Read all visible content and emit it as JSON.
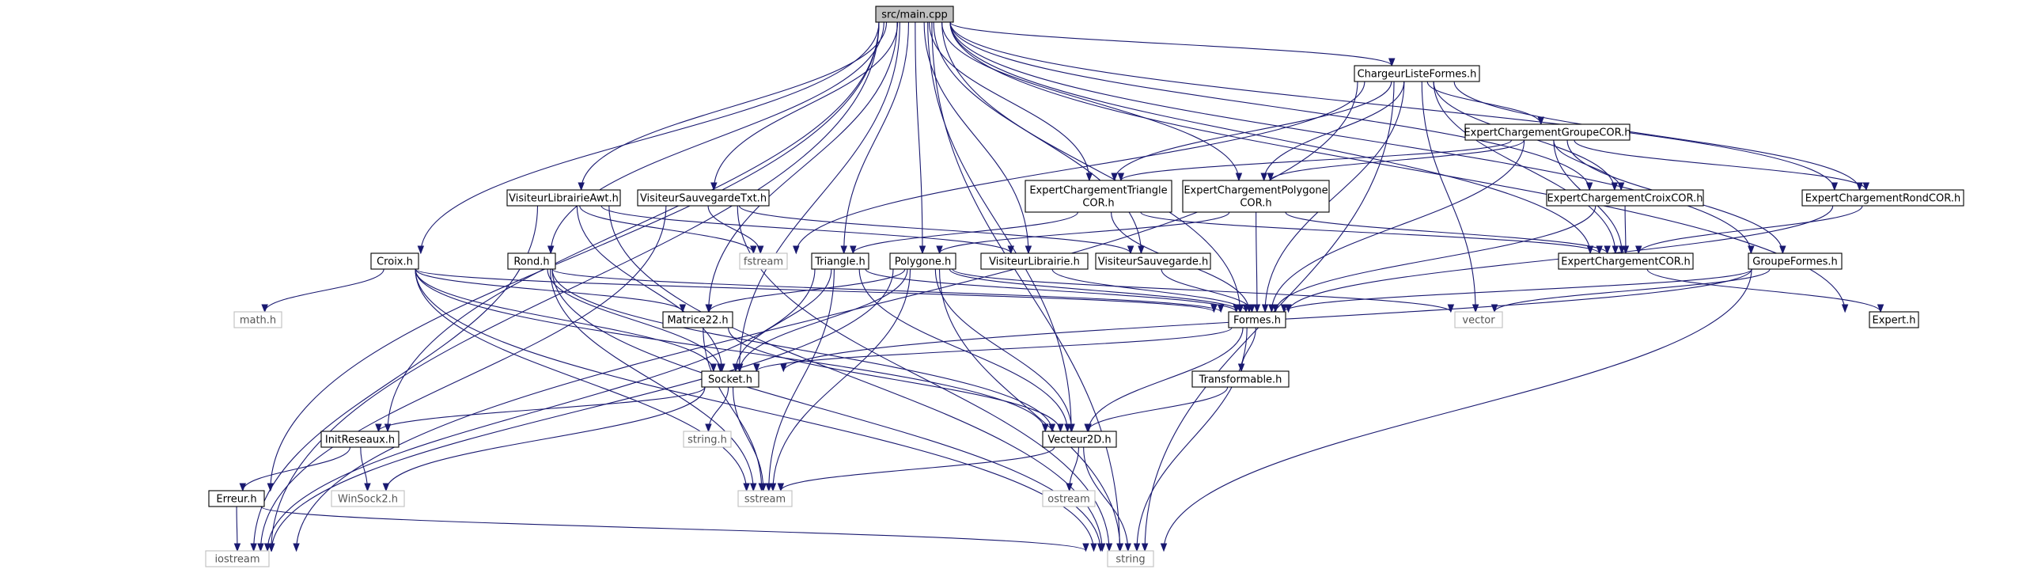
{
  "graph": {
    "nodes": [
      {
        "id": "main",
        "label": "src/main.cpp",
        "kind": "root"
      },
      {
        "id": "ChargeurListeFormes",
        "label": "ChargeurListeFormes.h",
        "kind": "header"
      },
      {
        "id": "ExpertChargementGroupeCOR",
        "label": "ExpertChargementGroupeCOR.h",
        "kind": "header"
      },
      {
        "id": "VisiteurLibrairieAwt",
        "label": "VisiteurLibrairieAwt.h",
        "kind": "header"
      },
      {
        "id": "VisiteurSauvegardeTxt",
        "label": "VisiteurSauvegardeTxt.h",
        "kind": "header"
      },
      {
        "id": "ExpertChargementTriangleCOR",
        "label": "ExpertChargementTriangle\nCOR.h",
        "kind": "header"
      },
      {
        "id": "ExpertChargementPolygoneCOR",
        "label": "ExpertChargementPolygone\nCOR.h",
        "kind": "header"
      },
      {
        "id": "ExpertChargementCroixCOR",
        "label": "ExpertChargementCroixCOR.h",
        "kind": "header"
      },
      {
        "id": "ExpertChargementRondCOR",
        "label": "ExpertChargementRondCOR.h",
        "kind": "header"
      },
      {
        "id": "Croix",
        "label": "Croix.h",
        "kind": "header"
      },
      {
        "id": "Rond",
        "label": "Rond.h",
        "kind": "header"
      },
      {
        "id": "fstream",
        "label": "fstream",
        "kind": "system"
      },
      {
        "id": "Triangle",
        "label": "Triangle.h",
        "kind": "header"
      },
      {
        "id": "Polygone",
        "label": "Polygone.h",
        "kind": "header"
      },
      {
        "id": "VisiteurLibrairie",
        "label": "VisiteurLibrairie.h",
        "kind": "header"
      },
      {
        "id": "VisiteurSauvegarde",
        "label": "VisiteurSauvegarde.h",
        "kind": "header"
      },
      {
        "id": "ExpertChargementCOR",
        "label": "ExpertChargementCOR.h",
        "kind": "header"
      },
      {
        "id": "GroupeFormes",
        "label": "GroupeFormes.h",
        "kind": "header"
      },
      {
        "id": "math",
        "label": "math.h",
        "kind": "system"
      },
      {
        "id": "Matrice22",
        "label": "Matrice22.h",
        "kind": "header"
      },
      {
        "id": "Formes",
        "label": "Formes.h",
        "kind": "header"
      },
      {
        "id": "vector",
        "label": "vector",
        "kind": "system"
      },
      {
        "id": "Expert",
        "label": "Expert.h",
        "kind": "header"
      },
      {
        "id": "Transformable",
        "label": "Transformable.h",
        "kind": "header"
      },
      {
        "id": "Socket",
        "label": "Socket.h",
        "kind": "header"
      },
      {
        "id": "InitReseaux",
        "label": "InitReseaux.h",
        "kind": "header"
      },
      {
        "id": "Vecteur2D",
        "label": "Vecteur2D.h",
        "kind": "header"
      },
      {
        "id": "stringh",
        "label": "string.h",
        "kind": "system"
      },
      {
        "id": "Erreur",
        "label": "Erreur.h",
        "kind": "header"
      },
      {
        "id": "WinSock2",
        "label": "WinSock2.h",
        "kind": "system"
      },
      {
        "id": "sstream",
        "label": "sstream",
        "kind": "system"
      },
      {
        "id": "ostream",
        "label": "ostream",
        "kind": "system"
      },
      {
        "id": "iostream",
        "label": "iostream",
        "kind": "system"
      },
      {
        "id": "string",
        "label": "string",
        "kind": "system"
      }
    ],
    "edges": [
      [
        "main",
        "ChargeurListeFormes"
      ],
      [
        "main",
        "VisiteurLibrairieAwt"
      ],
      [
        "main",
        "VisiteurSauvegardeTxt"
      ],
      [
        "main",
        "ExpertChargementTriangleCOR"
      ],
      [
        "main",
        "ExpertChargementPolygoneCOR"
      ],
      [
        "main",
        "ExpertChargementCroixCOR"
      ],
      [
        "main",
        "ExpertChargementRondCOR"
      ],
      [
        "main",
        "Croix"
      ],
      [
        "main",
        "Rond"
      ],
      [
        "main",
        "Triangle"
      ],
      [
        "main",
        "Polygone"
      ],
      [
        "main",
        "VisiteurLibrairie"
      ],
      [
        "main",
        "VisiteurSauvegarde"
      ],
      [
        "main",
        "ExpertChargementCOR"
      ],
      [
        "main",
        "GroupeFormes"
      ],
      [
        "main",
        "Matrice22"
      ],
      [
        "main",
        "Formes"
      ],
      [
        "main",
        "Expert"
      ],
      [
        "main",
        "Socket"
      ],
      [
        "main",
        "InitReseaux"
      ],
      [
        "main",
        "Vecteur2D"
      ],
      [
        "main",
        "Erreur"
      ],
      [
        "main",
        "iostream"
      ],
      [
        "main",
        "string"
      ],
      [
        "ChargeurListeFormes",
        "ExpertChargementGroupeCOR"
      ],
      [
        "ChargeurListeFormes",
        "ExpertChargementTriangleCOR"
      ],
      [
        "ChargeurListeFormes",
        "ExpertChargementPolygoneCOR"
      ],
      [
        "ChargeurListeFormes",
        "ExpertChargementCroixCOR"
      ],
      [
        "ChargeurListeFormes",
        "ExpertChargementRondCOR"
      ],
      [
        "ChargeurListeFormes",
        "ExpertChargementCOR"
      ],
      [
        "ChargeurListeFormes",
        "fstream"
      ],
      [
        "ChargeurListeFormes",
        "Formes"
      ],
      [
        "ChargeurListeFormes",
        "vector"
      ],
      [
        "ChargeurListeFormes",
        "iostream"
      ],
      [
        "ChargeurListeFormes",
        "string"
      ],
      [
        "ExpertChargementGroupeCOR",
        "ExpertChargementTriangleCOR"
      ],
      [
        "ExpertChargementGroupeCOR",
        "ExpertChargementPolygoneCOR"
      ],
      [
        "ExpertChargementGroupeCOR",
        "ExpertChargementCroixCOR"
      ],
      [
        "ExpertChargementGroupeCOR",
        "ExpertChargementRondCOR"
      ],
      [
        "ExpertChargementGroupeCOR",
        "ExpertChargementCOR"
      ],
      [
        "ExpertChargementGroupeCOR",
        "GroupeFormes"
      ],
      [
        "ExpertChargementGroupeCOR",
        "Formes"
      ],
      [
        "VisiteurLibrairieAwt",
        "VisiteurLibrairie"
      ],
      [
        "VisiteurLibrairieAwt",
        "Socket"
      ],
      [
        "VisiteurLibrairieAwt",
        "fstream"
      ],
      [
        "VisiteurLibrairieAwt",
        "iostream"
      ],
      [
        "VisiteurLibrairieAwt",
        "string"
      ],
      [
        "VisiteurSauvegardeTxt",
        "VisiteurSauvegarde"
      ],
      [
        "VisiteurSauvegardeTxt",
        "fstream"
      ],
      [
        "VisiteurSauvegardeTxt",
        "iostream"
      ],
      [
        "VisiteurSauvegardeTxt",
        "string"
      ],
      [
        "ExpertChargementTriangleCOR",
        "ExpertChargementCOR"
      ],
      [
        "ExpertChargementTriangleCOR",
        "Triangle"
      ],
      [
        "ExpertChargementTriangleCOR",
        "Formes"
      ],
      [
        "ExpertChargementPolygoneCOR",
        "ExpertChargementCOR"
      ],
      [
        "ExpertChargementPolygoneCOR",
        "Polygone"
      ],
      [
        "ExpertChargementPolygoneCOR",
        "Formes"
      ],
      [
        "ExpertChargementCroixCOR",
        "ExpertChargementCOR"
      ],
      [
        "ExpertChargementCroixCOR",
        "Formes"
      ],
      [
        "ExpertChargementRondCOR",
        "ExpertChargementCOR"
      ],
      [
        "ExpertChargementRondCOR",
        "Formes"
      ],
      [
        "ExpertChargementCOR",
        "Expert"
      ],
      [
        "Croix",
        "Formes"
      ],
      [
        "Croix",
        "math"
      ],
      [
        "Croix",
        "Matrice22"
      ],
      [
        "Croix",
        "Socket"
      ],
      [
        "Croix",
        "Vecteur2D"
      ],
      [
        "Croix",
        "sstream"
      ],
      [
        "Croix",
        "string"
      ],
      [
        "Rond",
        "Formes"
      ],
      [
        "Rond",
        "Socket"
      ],
      [
        "Rond",
        "Vecteur2D"
      ],
      [
        "Rond",
        "sstream"
      ],
      [
        "Rond",
        "string"
      ],
      [
        "Triangle",
        "Formes"
      ],
      [
        "Triangle",
        "Socket"
      ],
      [
        "Triangle",
        "Vecteur2D"
      ],
      [
        "Triangle",
        "sstream"
      ],
      [
        "Triangle",
        "iostream"
      ],
      [
        "Polygone",
        "Formes"
      ],
      [
        "Polygone",
        "Matrice22"
      ],
      [
        "Polygone",
        "Socket"
      ],
      [
        "Polygone",
        "Vecteur2D"
      ],
      [
        "Polygone",
        "vector"
      ],
      [
        "Polygone",
        "sstream"
      ],
      [
        "Polygone",
        "iostream"
      ],
      [
        "Polygone",
        "string"
      ],
      [
        "VisiteurLibrairie",
        "Formes"
      ],
      [
        "VisiteurSauvegarde",
        "Formes"
      ],
      [
        "GroupeFormes",
        "Formes"
      ],
      [
        "GroupeFormes",
        "Socket"
      ],
      [
        "GroupeFormes",
        "vector"
      ],
      [
        "GroupeFormes",
        "string"
      ],
      [
        "Matrice22",
        "Vecteur2D"
      ],
      [
        "Matrice22",
        "sstream"
      ],
      [
        "Formes",
        "Transformable"
      ],
      [
        "Formes",
        "Socket"
      ],
      [
        "Formes",
        "Vecteur2D"
      ],
      [
        "Formes",
        "string"
      ],
      [
        "Transformable",
        "Vecteur2D"
      ],
      [
        "Socket",
        "InitReseaux"
      ],
      [
        "Socket",
        "stringh"
      ],
      [
        "Socket",
        "WinSock2"
      ],
      [
        "Socket",
        "sstream"
      ],
      [
        "InitReseaux",
        "Erreur"
      ],
      [
        "InitReseaux",
        "WinSock2"
      ],
      [
        "Erreur",
        "iostream"
      ],
      [
        "Erreur",
        "string"
      ],
      [
        "Vecteur2D",
        "ostream"
      ],
      [
        "Vecteur2D",
        "sstream"
      ],
      [
        "Vecteur2D",
        "string"
      ]
    ]
  }
}
